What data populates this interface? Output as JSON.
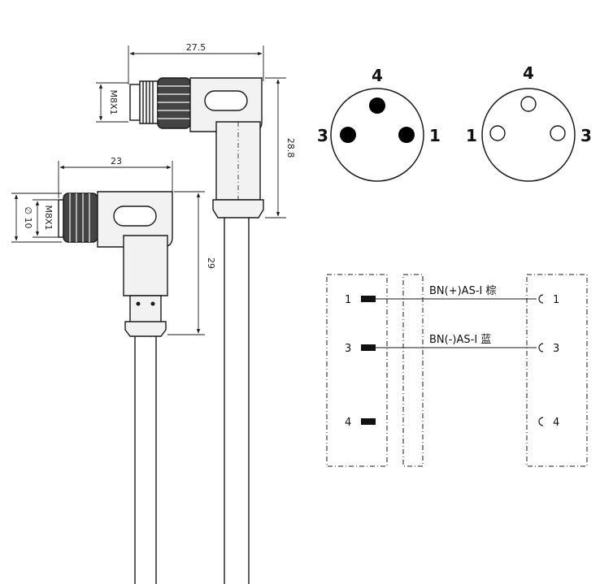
{
  "dimensions": {
    "top_width": "27.5",
    "top_height": "28.8",
    "top_thread": "M8X1",
    "bottom_width": "23",
    "bottom_height": "29",
    "bottom_thread": "M8X1",
    "bottom_diameter": "∅ 10"
  },
  "male_face": {
    "left": "3",
    "top": "4",
    "right": "1"
  },
  "female_face": {
    "left": "1",
    "top": "4",
    "right": "3"
  },
  "wiring": {
    "left_pins": [
      "1",
      "3",
      "4"
    ],
    "right_pins": [
      "1",
      "3",
      "4"
    ],
    "wire_labels": [
      "BN(+)AS-I 棕",
      "BN(-)AS-I 蓝"
    ]
  },
  "colors": {
    "line": "#1a1a1a",
    "body_fill": "#f2f2f2",
    "pin_fill": "#000000"
  }
}
